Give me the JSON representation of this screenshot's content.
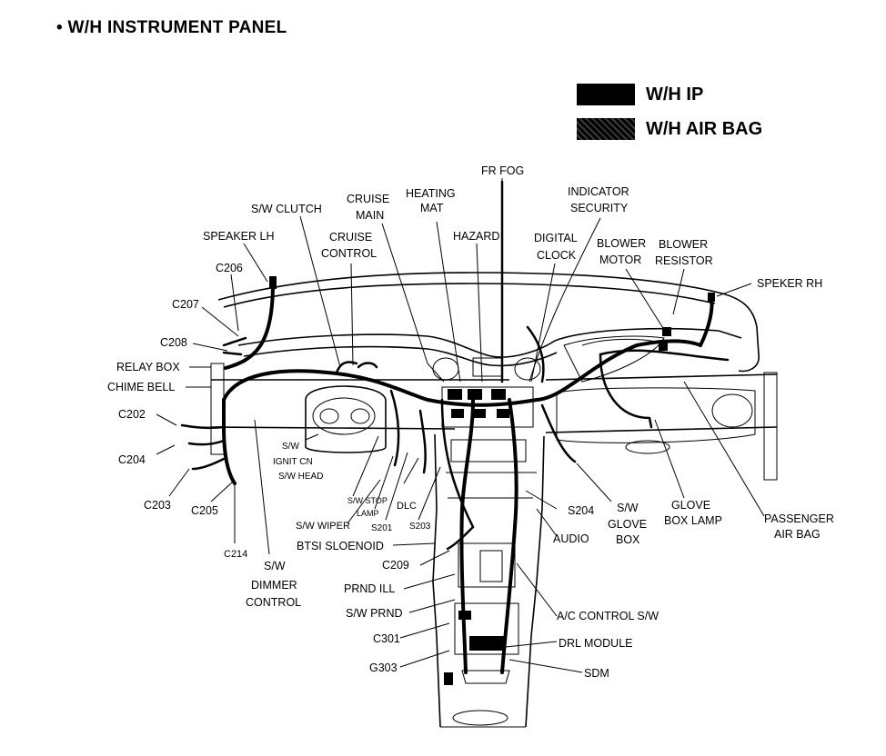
{
  "title": "•  W/H INSTRUMENT PANEL",
  "legend": [
    {
      "label": "W/H IP",
      "style": "solid"
    },
    {
      "label": "W/H AIR BAG",
      "style": "hatched"
    }
  ],
  "labels": {
    "fr_fog": "FR FOG",
    "indicator": "INDICATOR",
    "security": "SECURITY",
    "heating": "HEATING",
    "mat": "MAT",
    "cruise_main_1": "CRUISE",
    "cruise_main_2": "MAIN",
    "sw_clutch": "S/W CLUTCH",
    "speaker_lh": "SPEAKER LH",
    "cruise_control_1": "CRUISE",
    "cruise_control_2": "CONTROL",
    "hazard": "HAZARD",
    "digital": "DIGITAL",
    "clock": "CLOCK",
    "blower_motor_1": "BLOWER",
    "blower_motor_2": "MOTOR",
    "blower_resistor_1": "BLOWER",
    "blower_resistor_2": "RESISTOR",
    "speker_rh": "SPEKER RH",
    "c206": "C206",
    "c207": "C207",
    "c208": "C208",
    "relay_box": "RELAY BOX",
    "chime_bell": "CHIME BELL",
    "c202": "C202",
    "c204": "C204",
    "c203": "C203",
    "c205": "C205",
    "sw_ignition": "S/W",
    "ignition_cn": "IGNIT CN",
    "sw_head": "S/W HEAD",
    "sw_stop_lamp_1": "S/W STOP",
    "sw_stop_lamp_2": "LAMP",
    "s201": "S201",
    "dlc": "DLC",
    "s203": "S203",
    "s204": "S204",
    "sw_glove_box_1": "S/W",
    "sw_glove_box_2": "GLOVE",
    "sw_glove_box_3": "BOX",
    "glove_box_lamp_1": "GLOVE",
    "glove_box_lamp_2": "BOX LAMP",
    "passenger_air_bag_1": "PASSENGER",
    "passenger_air_bag_2": "AIR BAG",
    "sw_wiper": "S/W WIPER",
    "btsi_solenoid": "BTSI SLOENOID",
    "audio": "AUDIO",
    "c214": "C214",
    "sw_dimmer_1": "S/W",
    "sw_dimmer_2": "DIMMER",
    "sw_dimmer_3": "CONTROL",
    "c209": "C209",
    "prnd_ill": "PRND ILL",
    "sw_prnd": "S/W PRND",
    "ac_control_sw": "A/C CONTROL S/W",
    "c301": "C301",
    "drl_module": "DRL MODULE",
    "g303": "G303",
    "sdm": "SDM"
  }
}
